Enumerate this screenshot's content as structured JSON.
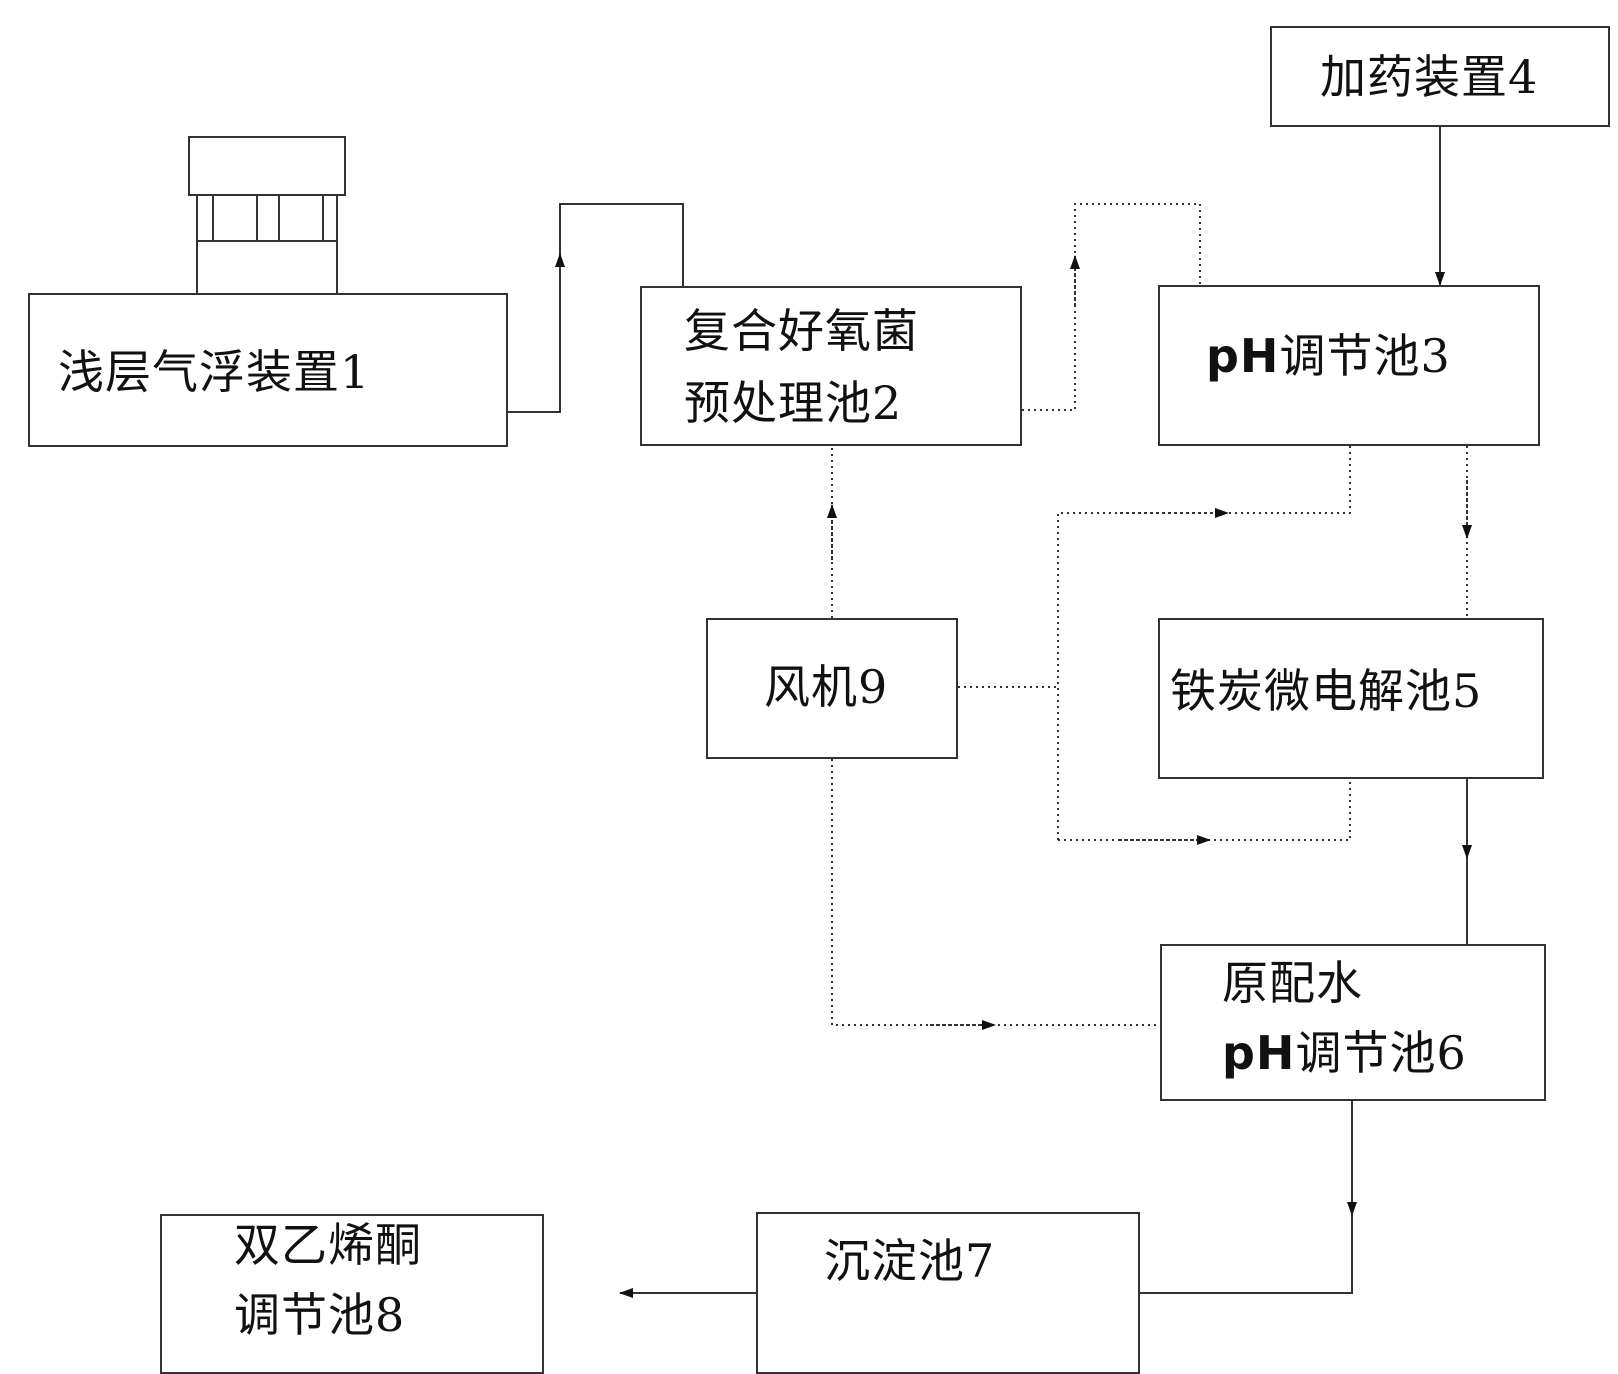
{
  "nodes": {
    "n1": {
      "text": "浅层气浮装置1"
    },
    "n2": {
      "line1": "复合好氧菌",
      "line2": "预处理池2"
    },
    "n3": {
      "ph": "pH",
      "rest": "调节池3"
    },
    "n4": {
      "text": "加药装置4"
    },
    "n5": {
      "text": "铁炭微电解池5"
    },
    "n6": {
      "line1": "原配水",
      "ph": "pH",
      "rest": "调节池6"
    },
    "n7": {
      "text": "沉淀池7"
    },
    "n8": {
      "line1": "双乙烯酮",
      "line2": "调节池8"
    },
    "n9": {
      "text": "风机9"
    }
  }
}
